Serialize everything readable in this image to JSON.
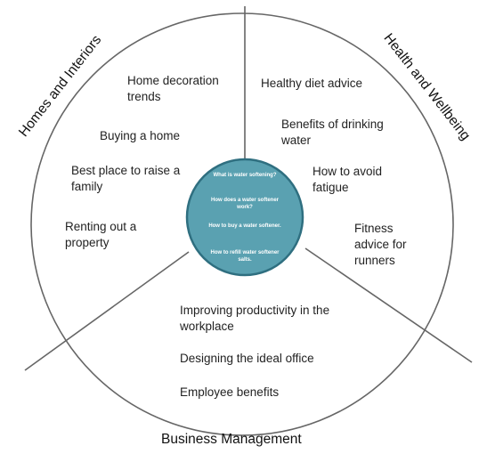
{
  "colors": {
    "line": "#666666",
    "center_fill": "#5aa1b1",
    "center_stroke": "#2f6f80",
    "text": "#222222",
    "center_text": "#ffffff"
  },
  "sectors": {
    "homes": {
      "title": "Homes and Interiors",
      "items": [
        "Home decoration trends",
        "Buying a home",
        "Best place to raise a family",
        "Renting out a property"
      ]
    },
    "health": {
      "title": "Health and Wellbeing",
      "items": [
        "Healthy diet advice",
        "Benefits of drinking water",
        "How to avoid fatigue",
        "Fitness advice for runners"
      ]
    },
    "business": {
      "title": "Business Management",
      "items": [
        "Improving productivity in the workplace",
        "Designing the ideal office",
        "Employee benefits"
      ]
    }
  },
  "center": {
    "items": [
      "What is water softening?",
      "How does a water softener work?",
      "How to buy a water softener.",
      "How to refill water softener salts."
    ]
  }
}
